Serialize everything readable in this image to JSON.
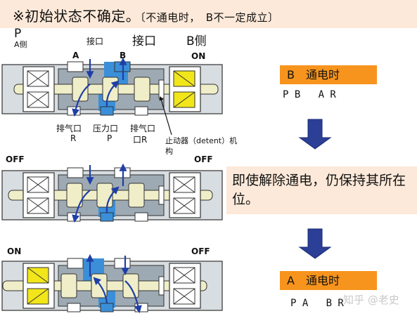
{
  "header": {
    "main": "※初始状态不确定。",
    "sub": "〔不通电时，　B不一定成立〕"
  },
  "top_diagram": {
    "label_p": "P",
    "label_a_side": "A侧",
    "label_port_small": "接口",
    "label_port_big": "接口",
    "label_b_side": "B侧",
    "label_a_port": "A",
    "label_b_port": "B",
    "label_on": "ON",
    "label_exhaust_left": "排气口",
    "label_exhaust_left_r": "R",
    "label_pressure": "压力口",
    "label_pressure_p": "P",
    "label_exhaust_right": "排气口",
    "label_exhaust_right_r": "口R",
    "label_detent_1": "止动器（detent）机",
    "label_detent_2": "构"
  },
  "middle_diagram": {
    "label_off_left": "OFF",
    "label_off_right": "OFF"
  },
  "bottom_diagram": {
    "label_on_left": "ON",
    "label_off_right": "OFF"
  },
  "status_b": {
    "title": "B　通电时",
    "ports": "P B   A R"
  },
  "note": {
    "text": "即使解除通电，仍保持其所在位。"
  },
  "status_a": {
    "title": "A　通电时",
    "ports": "P A   B R"
  },
  "watermark": "知乎 @老史",
  "colors": {
    "banner_bg": "#fde9d9",
    "orange": "#f7941d",
    "arrow_blue": "#1f3fa6",
    "flow_blue": "#3b8fd9",
    "coil_yellow": "#f2e61a",
    "valve_gray": "#9eaab3"
  }
}
